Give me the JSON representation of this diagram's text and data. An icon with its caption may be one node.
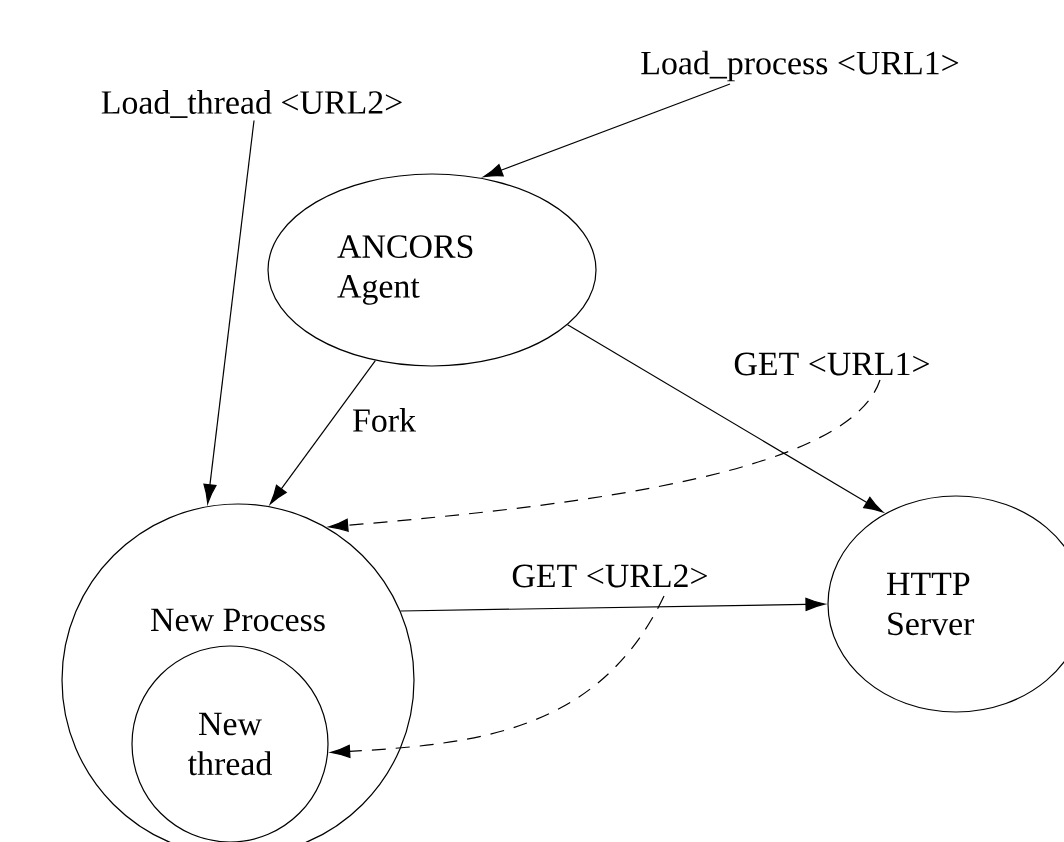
{
  "diagram": {
    "nodes": [
      {
        "text": [
          "Load_process <URL1>"
        ]
      },
      {
        "text": [
          "Load_thread <URL2>"
        ]
      },
      {
        "text": [
          "ANCORS Agent"
        ]
      },
      {
        "text": [
          "New Process"
        ]
      },
      {
        "text": [
          "New thread"
        ],
        "in": 3
      },
      {
        "text": [
          "HTTP Server"
        ]
      }
    ],
    "edges": [
      {
        "from": 0,
        "to": 2,
        "arrow": "to"
      },
      {
        "from": 1,
        "to": 3,
        "arrow": "to"
      },
      {
        "from": 2,
        "to": 3,
        "arrow": "to",
        "label": "Fork"
      },
      {
        "from": 2,
        "to": 5,
        "arrow": "to",
        "label": "GET <URL1>"
      },
      {
        "from": 3,
        "to": 5,
        "arrow": "to",
        "label": "GET <URL2>"
      },
      {
        "from": null,
        "to": 3,
        "arrow": "to",
        "style": "dashed"
      },
      {
        "from": null,
        "to": 4,
        "arrow": "to",
        "style": "dashed"
      }
    ]
  }
}
